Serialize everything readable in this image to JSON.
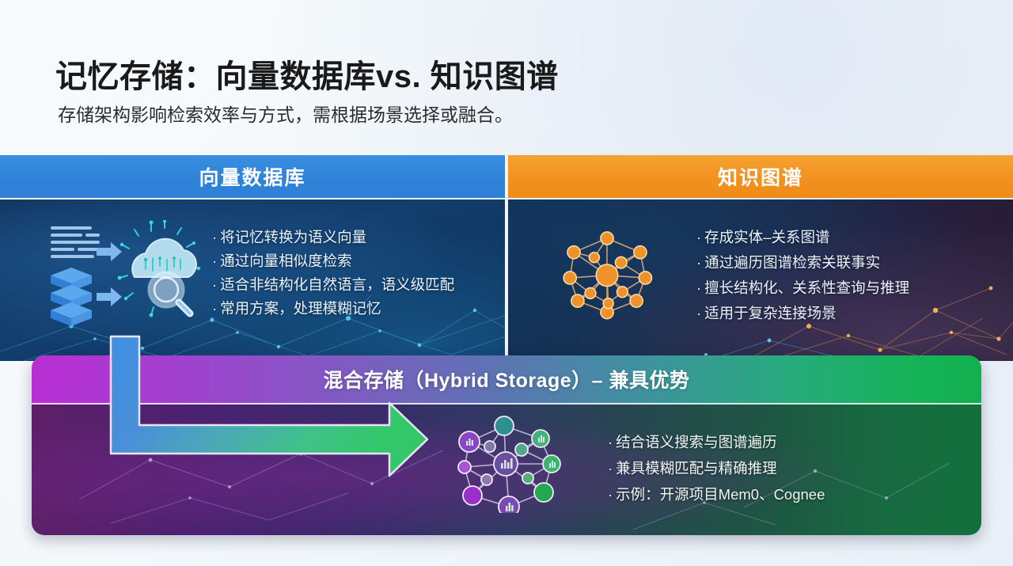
{
  "header": {
    "title": "记忆存储：向量数据库vs. 知识图谱",
    "subtitle": "存储架构影响检索效率与方式，需根据场景选择或融合。"
  },
  "columns": [
    {
      "id": "vector-db",
      "heading": "向量数据库",
      "header_color": "#2f84da",
      "illustration": "cloud-search-database-icon",
      "bullets": [
        "将记忆转换为语义向量",
        "通过向量相似度检索",
        "适合非结构化自然语言，语义级匹配",
        "常用方案，处理模糊记忆"
      ]
    },
    {
      "id": "knowledge-graph",
      "heading": "知识图谱",
      "header_color": "#f2911f",
      "illustration": "orange-node-network-icon",
      "bullets": [
        "存成实体–关系图谱",
        "通过遍历图谱检索关联事实",
        "擅长结构化、关系性查询与推理",
        "适用于复杂连接场景"
      ]
    }
  ],
  "hybrid": {
    "heading": "混合存储（Hybrid  Storage）– 兼具优势",
    "illustration": "gradient-node-network-icon",
    "arrow": "l-shaped-merge-arrow",
    "gradient_start": "#b92fd4",
    "gradient_end": "#12b04f",
    "bullets": [
      "结合语义搜索与图谱遍历",
      "兼具模糊匹配与精确推理",
      "示例：开源项目Mem0、Cognee"
    ]
  }
}
